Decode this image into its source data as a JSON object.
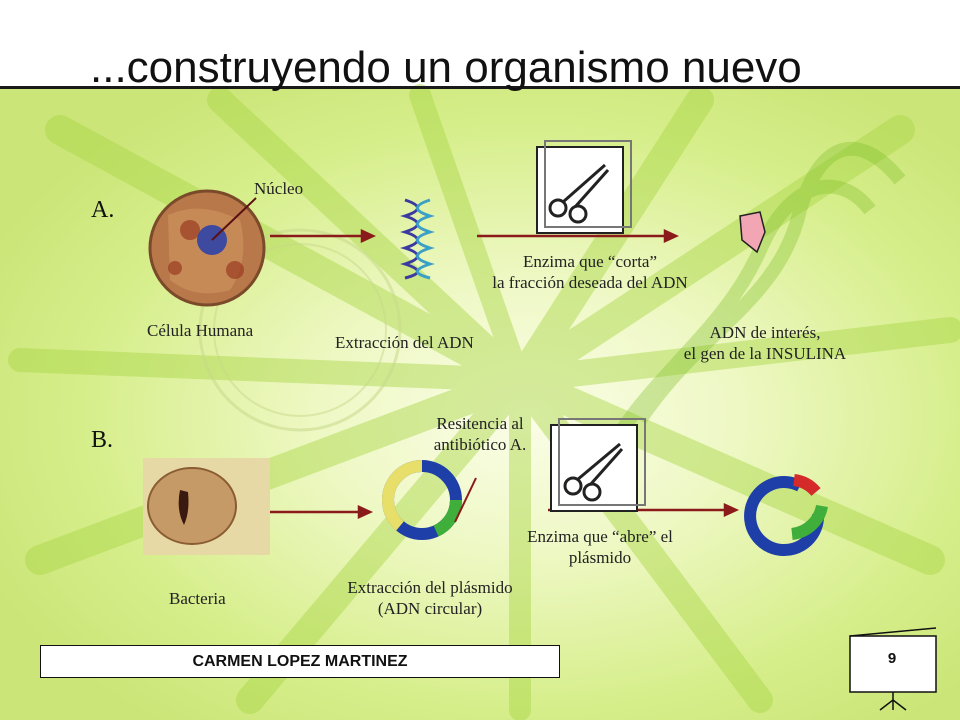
{
  "slide": {
    "title": "...construyendo un organismo nuevo",
    "row_a": {
      "letter": "A.",
      "nucleus_label": "Núcleo",
      "cell_label": "Célula Humana",
      "extraction_label": "Extracción del ADN",
      "enzyme_label_line1": "Enzima que “corta”",
      "enzyme_label_line2": "la fracción deseada del ADN",
      "result_label_line1": "ADN de interés,",
      "result_label_line2": "el gen de la INSULINA"
    },
    "row_b": {
      "letter": "B.",
      "resistance_line1": "Resitencia al",
      "resistance_line2": "antibiótico A.",
      "bacteria_label": "Bacteria",
      "extraction_line1": "Extracción del plásmido",
      "extraction_line2": "(ADN circular)",
      "enzyme_line1": "Enzima que “abre” el",
      "enzyme_line2": "plásmido"
    },
    "footer": {
      "author": "CARMEN LOPEZ MARTINEZ",
      "page_number": "9"
    }
  },
  "colors": {
    "arrow": "#8b1a1a",
    "background": "#d9ef8f",
    "plasmid_blue": "#1f3fa8",
    "plasmid_green": "#3fae3a",
    "plasmid_yellow": "#e8df6a",
    "plasmid_red": "#d42a2a"
  }
}
